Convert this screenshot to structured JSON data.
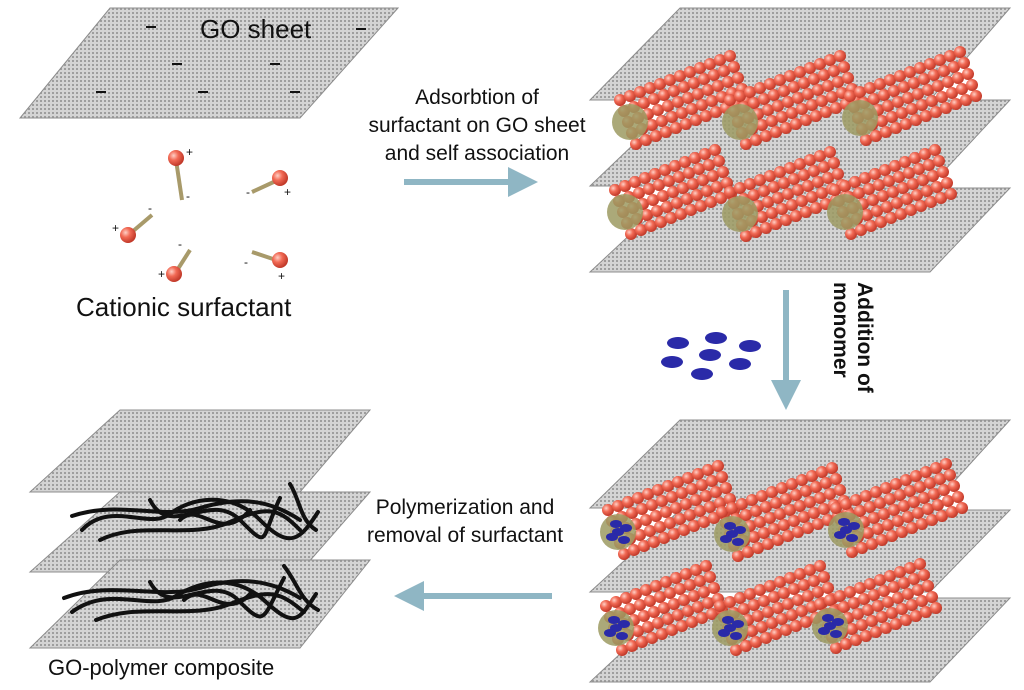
{
  "labels": {
    "go_sheet": "GO sheet",
    "cationic_surfactant": "Cationic surfactant",
    "step1_line1": "Adsorbtion of",
    "step1_line2": "surfactant on GO sheet",
    "step1_line3": "and self association",
    "step2_line1": "Addition of",
    "step2_line2": "monomer",
    "step3_line1": "Polymerization and",
    "step3_line2": "removal of surfactant",
    "composite": "GO-polymer composite"
  },
  "colors": {
    "sheet_fill": "#c9c9c9",
    "surfactant_head": "#f05a4a",
    "surfactant_tail": "#a89a6a",
    "monomer": "#2a2aa8",
    "arrow": "#8fb6c4",
    "polymer": "#111111"
  }
}
